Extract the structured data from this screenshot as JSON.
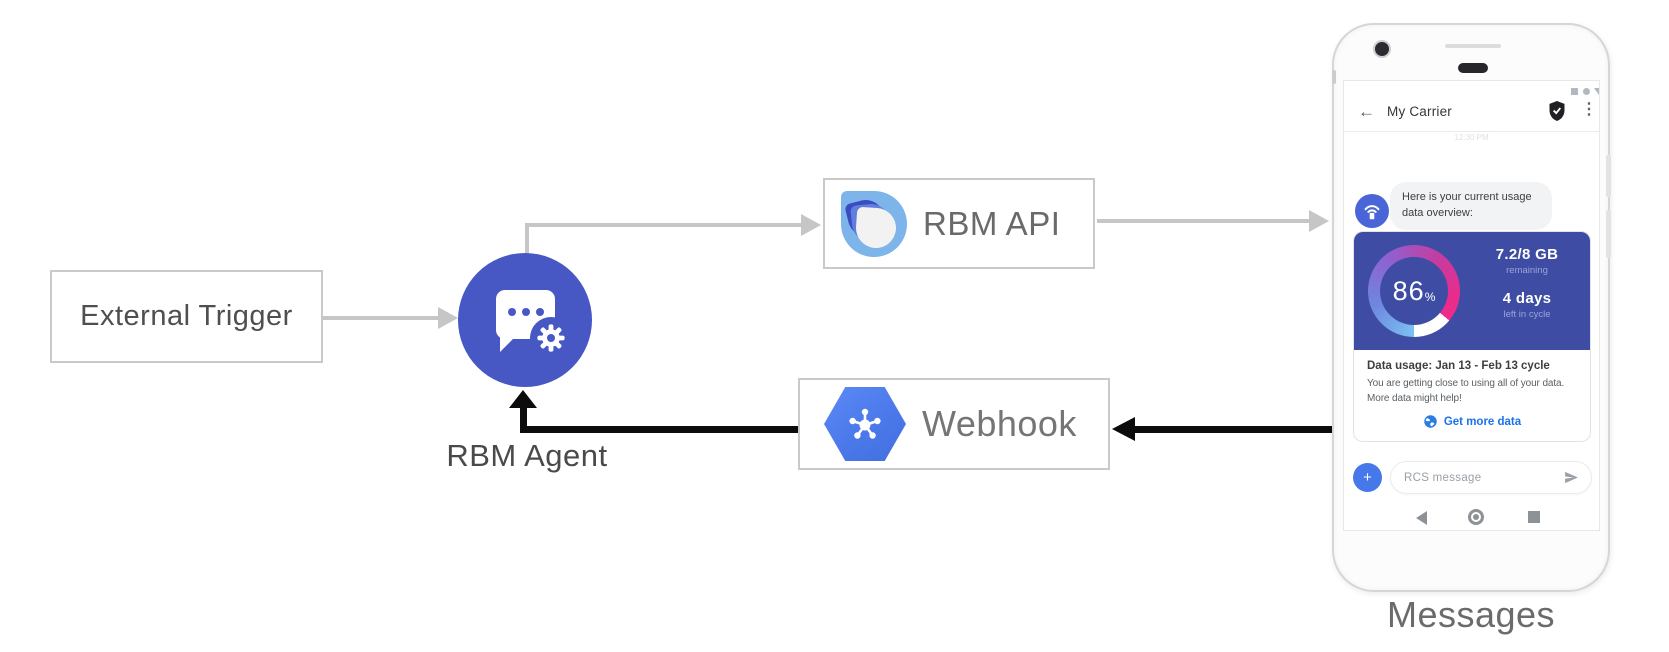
{
  "diagram": {
    "external_trigger": {
      "label": "External Trigger"
    },
    "rbm_agent": {
      "label": "RBM Agent"
    },
    "rbm_api": {
      "label": "RBM API"
    },
    "webhook": {
      "label": "Webhook"
    },
    "phone_caption": "Messages",
    "colors": {
      "agent_circle": "#4757c4",
      "card_blue": "#3e4da3",
      "link_blue": "#1a73e8",
      "arrow_gray": "#c6c6c6",
      "arrow_black": "#0c0c0c",
      "gauge_blue": "#7cc0f2",
      "gauge_pink": "#f02a8a"
    }
  },
  "phone": {
    "app_bar": {
      "back_icon": "←",
      "title": "My Carrier",
      "menu_icon": "⋮"
    },
    "timestamp": "12:30 PM",
    "conversation": {
      "agent_message_lines": [
        "Here is your current usage",
        "data overview:"
      ],
      "usage_card": {
        "percent_value": "86",
        "percent_symbol": "%",
        "remaining_value": "7.2/8 GB",
        "remaining_label": "remaining",
        "days_value": "4 days",
        "days_label": "left in cycle",
        "title": "Data usage: Jan 13 - Feb 13 cycle",
        "body_lines": [
          "You are getting close to using all of your data.",
          "More data might help!"
        ],
        "action_label": "Get more data"
      }
    },
    "composer": {
      "plus_icon": "+",
      "placeholder": "RCS message"
    }
  }
}
